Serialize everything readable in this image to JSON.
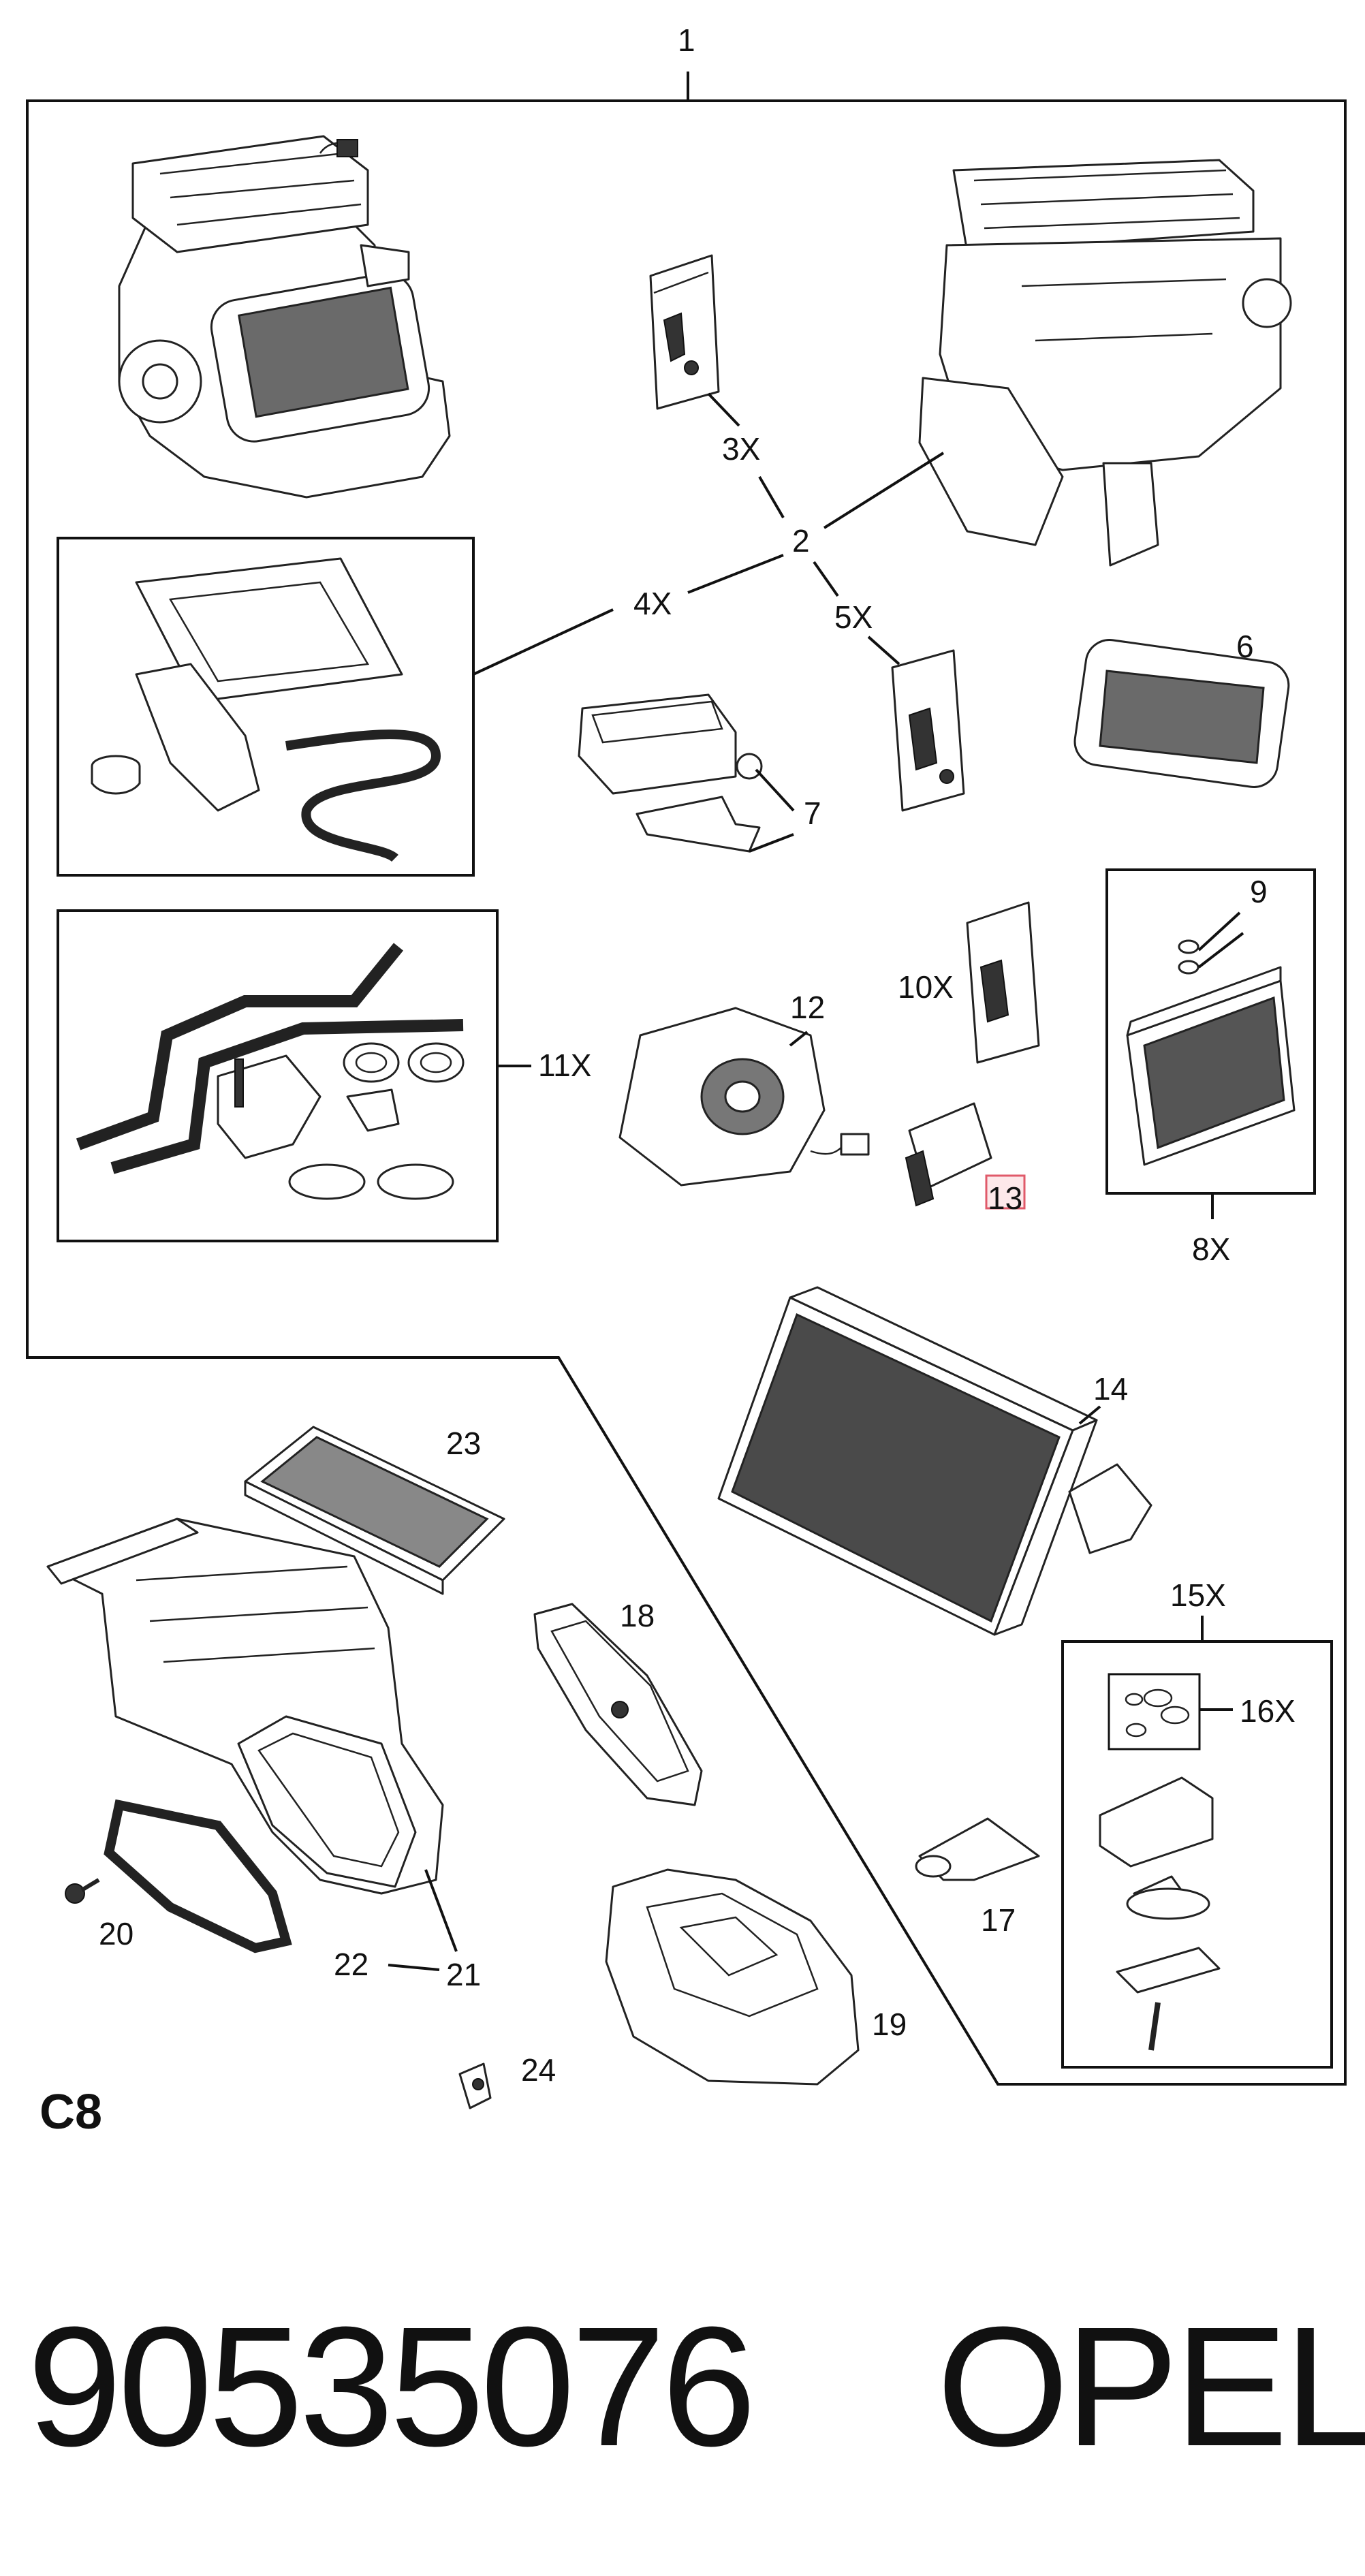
{
  "diagram": {
    "callouts": {
      "c1": "1",
      "c2": "2",
      "c3": "3X",
      "c4": "4X",
      "c5": "5X",
      "c6": "6",
      "c7": "7",
      "c8": "8X",
      "c9": "9",
      "c10": "10X",
      "c11": "11X",
      "c12": "12",
      "c13": "13",
      "c14": "14",
      "c15": "15X",
      "c16": "16X",
      "c17": "17",
      "c18": "18",
      "c19": "19",
      "c20": "20",
      "c21": "21",
      "c22": "22",
      "c23": "23",
      "c24": "24"
    },
    "section_code": "C8",
    "part_number": "90535076",
    "brand": "OPEL",
    "colors": {
      "line": "#111111",
      "highlight": "#e05a6a",
      "mesh": "#6a6a6a"
    }
  }
}
